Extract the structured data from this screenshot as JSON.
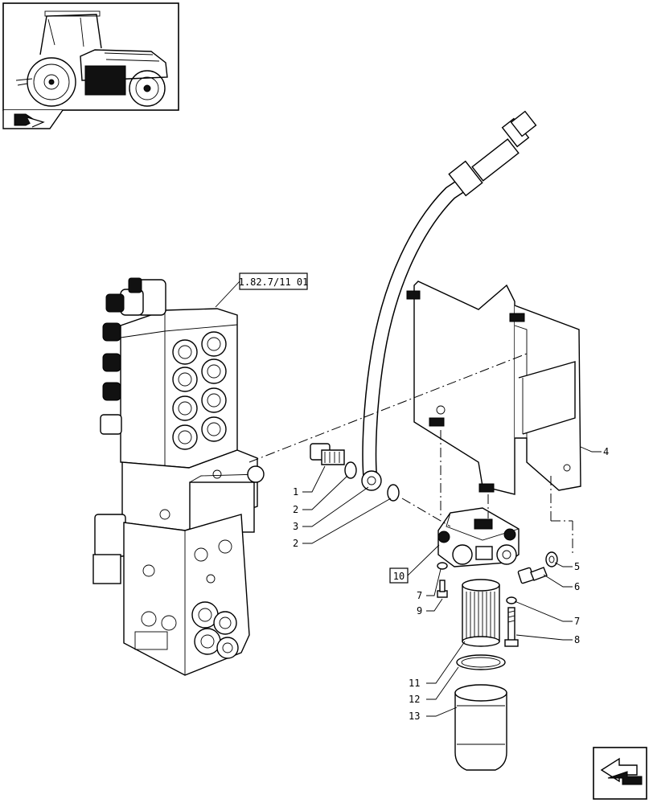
{
  "thumbnail": {
    "icon": "tractor-icon",
    "nav_icon": "assembly-arrow-icon"
  },
  "reference_box": {
    "text": "1.82.7/11 01"
  },
  "part_ref_box": {
    "text": "10"
  },
  "callouts": [
    {
      "id": "c1",
      "label": "1"
    },
    {
      "id": "c2a",
      "label": "2"
    },
    {
      "id": "c3",
      "label": "3"
    },
    {
      "id": "c2b",
      "label": "2"
    },
    {
      "id": "c4",
      "label": "4"
    },
    {
      "id": "c5",
      "label": "5"
    },
    {
      "id": "c6",
      "label": "6"
    },
    {
      "id": "c7a",
      "label": "7"
    },
    {
      "id": "c7b",
      "label": "7"
    },
    {
      "id": "c8",
      "label": "8"
    },
    {
      "id": "c9",
      "label": "9"
    },
    {
      "id": "c11",
      "label": "11"
    },
    {
      "id": "c12",
      "label": "12"
    },
    {
      "id": "c13",
      "label": "13"
    }
  ],
  "nav_button": {
    "icon": "next-page-arrow-icon"
  }
}
